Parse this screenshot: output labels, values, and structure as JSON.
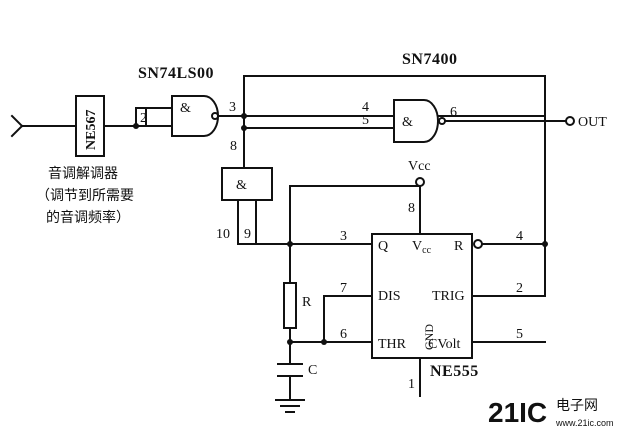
{
  "chips": {
    "sn74ls00": "SN74LS00",
    "sn7400": "SN7400",
    "ne567": "NE567",
    "ne555": "NE555"
  },
  "gates": {
    "nand1": "&",
    "nand2": "&",
    "nand3": "&"
  },
  "pins": {
    "p2": "2",
    "p3_gate": "3",
    "p4_gate": "4",
    "p5_gate": "5",
    "p6_gate": "6",
    "p8_gate": "8",
    "p10": "10",
    "p9": "9",
    "p8_555": "8",
    "p3_555": "3",
    "p4_555": "4",
    "p7_555": "7",
    "p2_555": "2",
    "p6_555": "6",
    "p5_555": "5",
    "p1_555": "1"
  },
  "ne555_pins": {
    "q": "Q",
    "vcc": "V",
    "vcc_sub": "cc",
    "r": "R",
    "dis": "DIS",
    "trig": "TRIG",
    "thr": "THR",
    "gnd": "GND",
    "cvolt": "CVolt"
  },
  "labels": {
    "vcc": "Vcc",
    "out": "OUT",
    "r": "R",
    "c": "C"
  },
  "caption": {
    "line1": "音调解调器",
    "line2": "（调节到所需要",
    "line3": "的音调频率）"
  },
  "watermark": {
    "logo": "21IC",
    "brand": "电子网",
    "url": "www.21ic.com"
  },
  "colors": {
    "ink": "#111111",
    "watermark_red": "#e0607a",
    "watermark_pink": "#f0a8b8"
  }
}
